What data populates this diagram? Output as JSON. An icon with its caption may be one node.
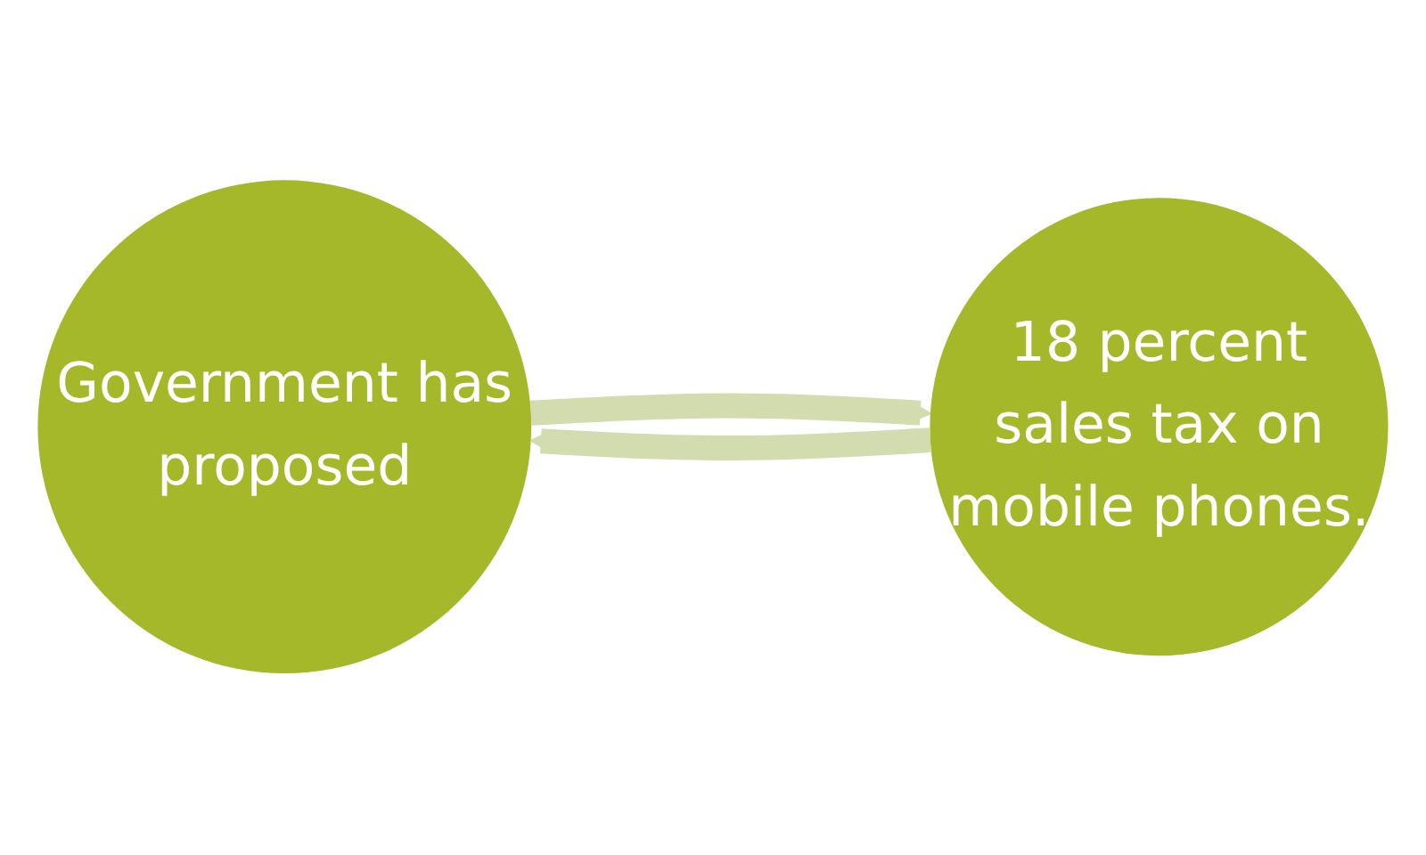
{
  "diagram": {
    "nodes": [
      {
        "text": [
          "Government has proposed"
        ]
      },
      {
        "text": [
          "18 percent sales tax on mobile phones."
        ]
      }
    ],
    "edges": [
      {
        "from": 0,
        "to": 1,
        "arrow": "to"
      },
      {
        "from": 1,
        "to": 0,
        "arrow": "to"
      }
    ]
  }
}
